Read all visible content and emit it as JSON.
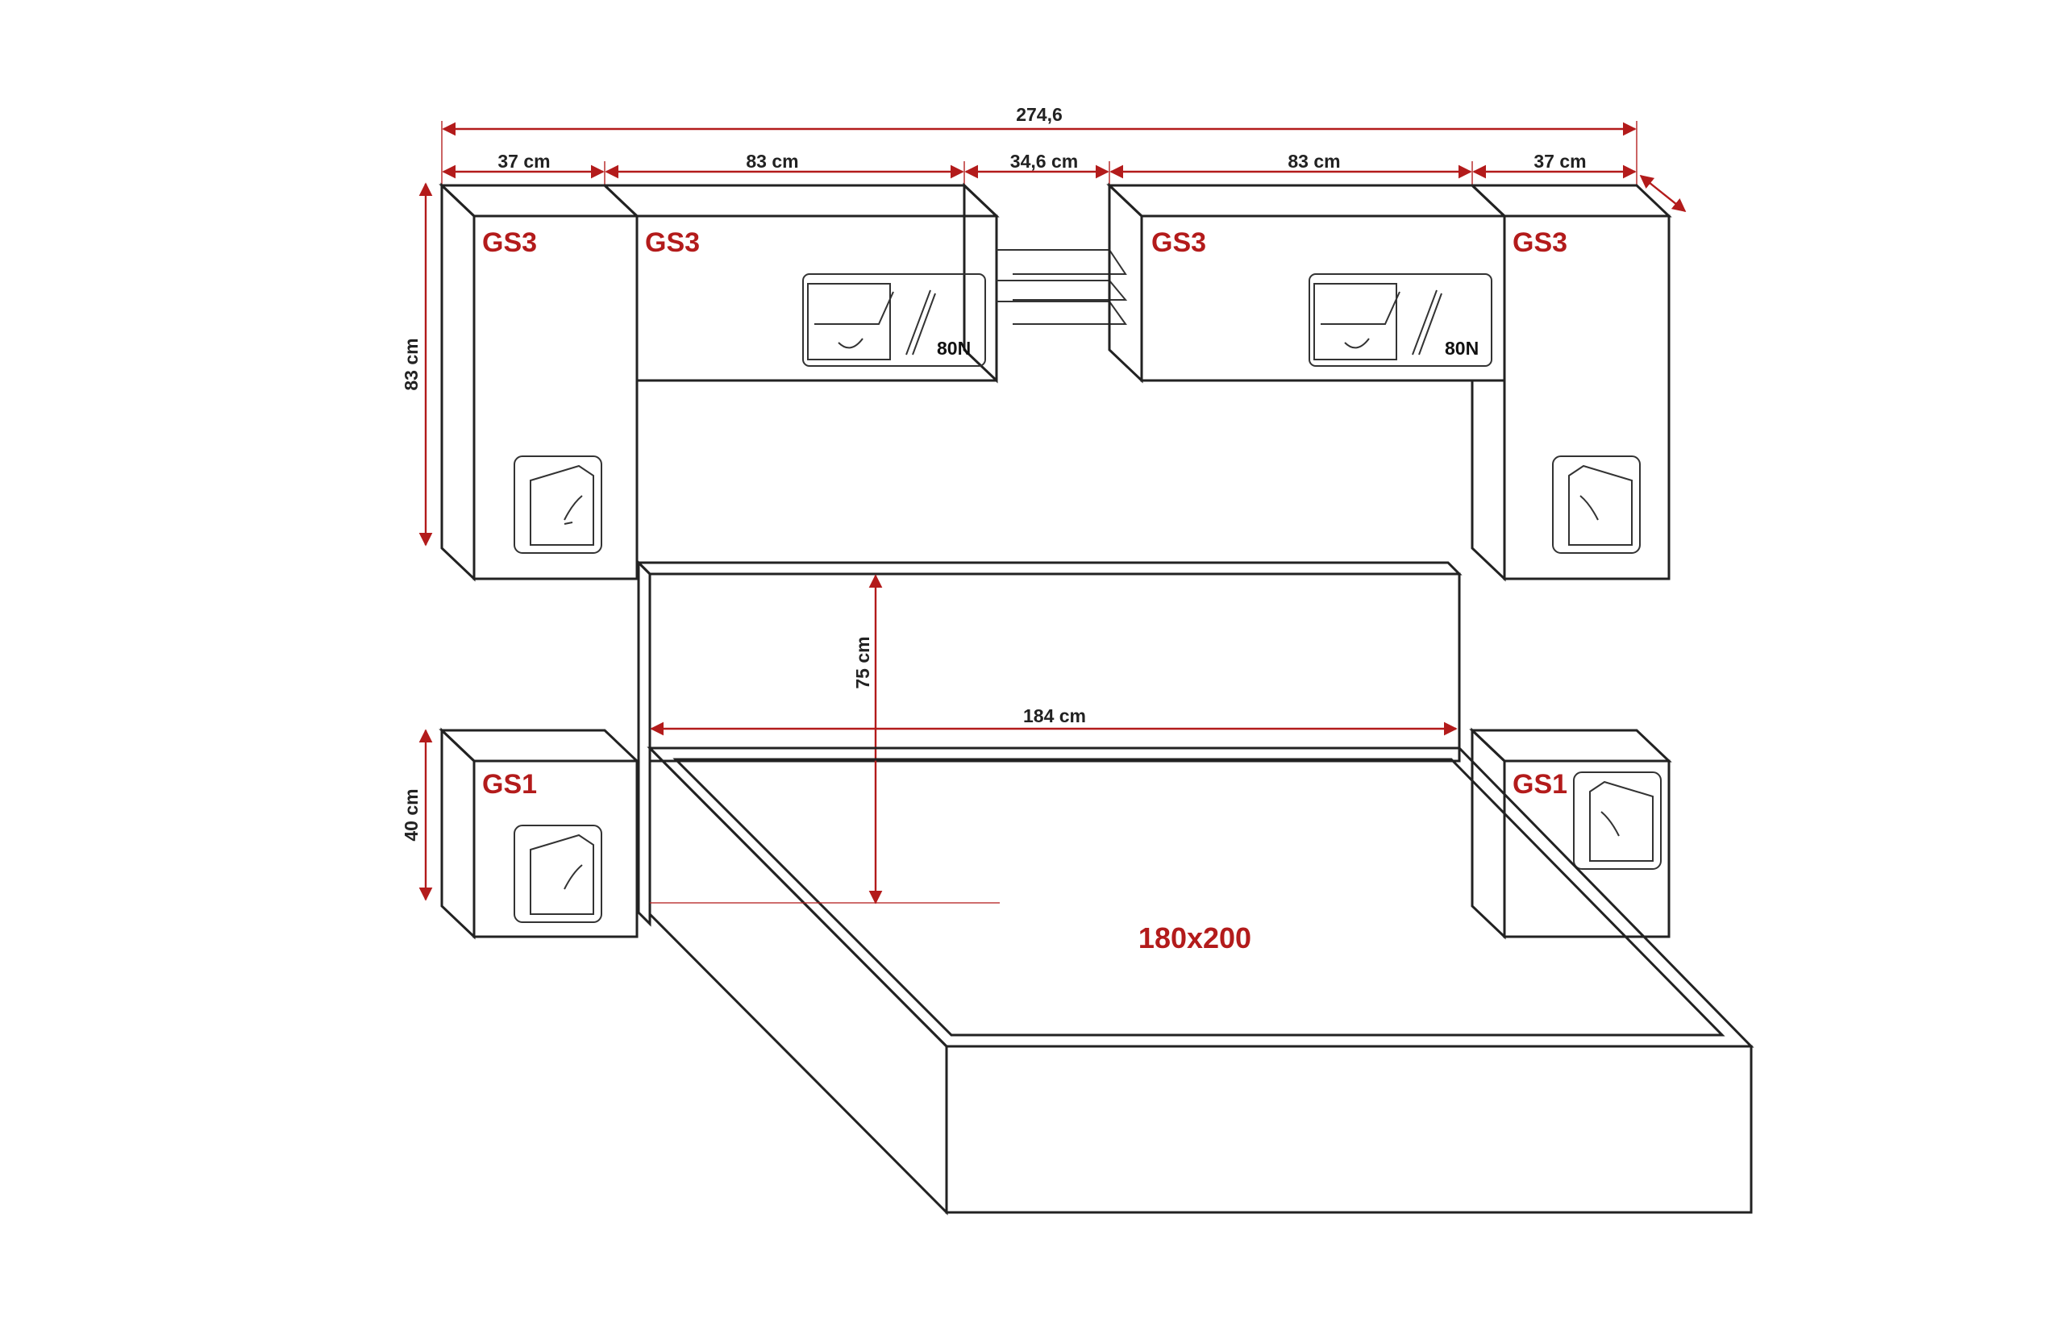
{
  "dimensions": {
    "total_width": "274,6",
    "left_cabinet_width": "37 cm",
    "left_wall_unit_width": "83 cm",
    "shelf_gap_width": "34,6 cm",
    "right_wall_unit_width": "83 cm",
    "right_cabinet_width": "37 cm",
    "cabinet_height": "83 cm",
    "headboard_height": "75 cm",
    "headboard_width": "184 cm",
    "nightstand_height": "40 cm"
  },
  "modules": {
    "tall_left": "GS3",
    "wall_left": "GS3",
    "wall_right": "GS3",
    "tall_right": "GS3",
    "nightstand_left": "GS1",
    "nightstand_right": "GS1"
  },
  "gas_spring_force_left": "80N",
  "gas_spring_force_right": "80N",
  "mattress_size": "180x200",
  "colors": {
    "label": "#b31b1b",
    "dimension_line": "#b31b1b",
    "outline": "#222222"
  }
}
